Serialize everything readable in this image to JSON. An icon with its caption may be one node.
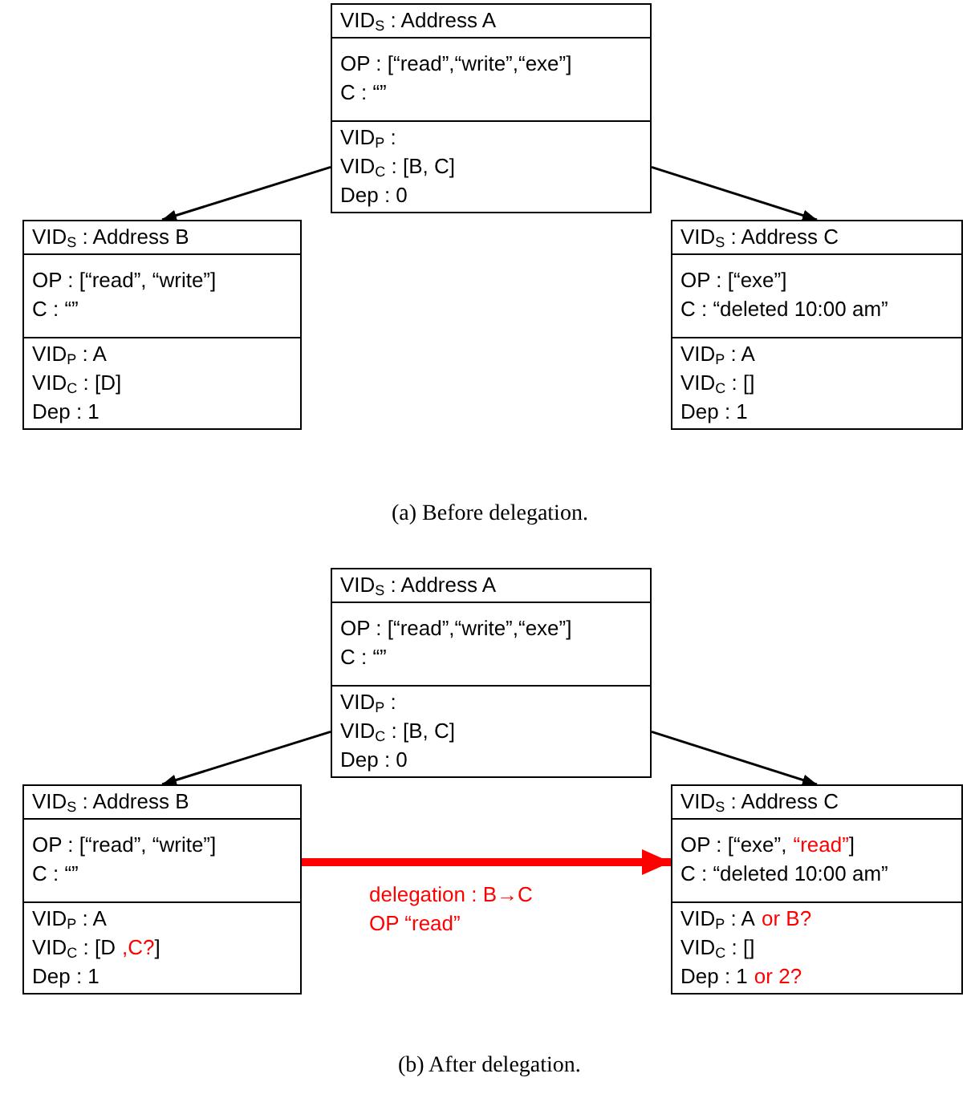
{
  "diagram": {
    "nodes": [
      {
        "text": [
          "VID$_{S}$ : Address A",
          "OP : [“read”,“write”,“exe”]",
          "C : “”",
          "VID$_{P}$ :",
          "VID$_{C}$ : [B, C]",
          "Dep : 0"
        ]
      },
      {
        "text": [
          "VID$_{S}$ : Address B",
          "OP : [“read”, “write”]",
          "C : “”",
          "VID$_{P}$ : A",
          "VID$_{C}$ : [D]",
          "Dep : 1"
        ]
      },
      {
        "text": [
          "VID$_{S}$ : Address C",
          "OP : [“exe”]",
          "C : “deleted 10:00 am”",
          "VID$_{P}$ : A",
          "VID$_{C}$ : []",
          "Dep : 1"
        ]
      },
      {
        "text": [
          "VID$_{S}$ : Address A",
          "OP : [“read”,“write”,“exe”]",
          "C : “”",
          "VID$_{P}$ :",
          "VID$_{C}$ : [B, C]",
          "Dep : 0"
        ]
      },
      {
        "text": [
          "VID$_{S}$ : Address B",
          "OP : [“read”, “write”]",
          "C : “”",
          "VID$_{P}$ : A",
          "VID$_{C}$ : [D",
          ",C?",
          "]",
          "Dep : 1"
        ]
      },
      {
        "text": [
          "VID$_{S}$ : Address C",
          "OP : [“exe”,",
          "“read”",
          "]",
          "C : “deleted 10:00 am”",
          "VID$_{P}$ : A",
          "or B?",
          "VID$_{C}$ : []",
          "Dep : 1",
          "or 2?"
        ]
      }
    ],
    "edges": [
      {
        "from": 0,
        "to": 1,
        "arrow": "to"
      },
      {
        "from": 0,
        "to": 2,
        "arrow": "to"
      },
      {
        "from": 3,
        "to": 4,
        "arrow": "to"
      },
      {
        "from": 3,
        "to": 5,
        "arrow": "to"
      },
      {
        "from": 4,
        "to": 5,
        "arrow": "to",
        "label": "delegation : B→C OP “read”",
        "style": "thick",
        "color": "#ff0000"
      }
    ],
    "labels": [
      "(a) Before delegation.",
      "(b) After delegation."
    ]
  }
}
